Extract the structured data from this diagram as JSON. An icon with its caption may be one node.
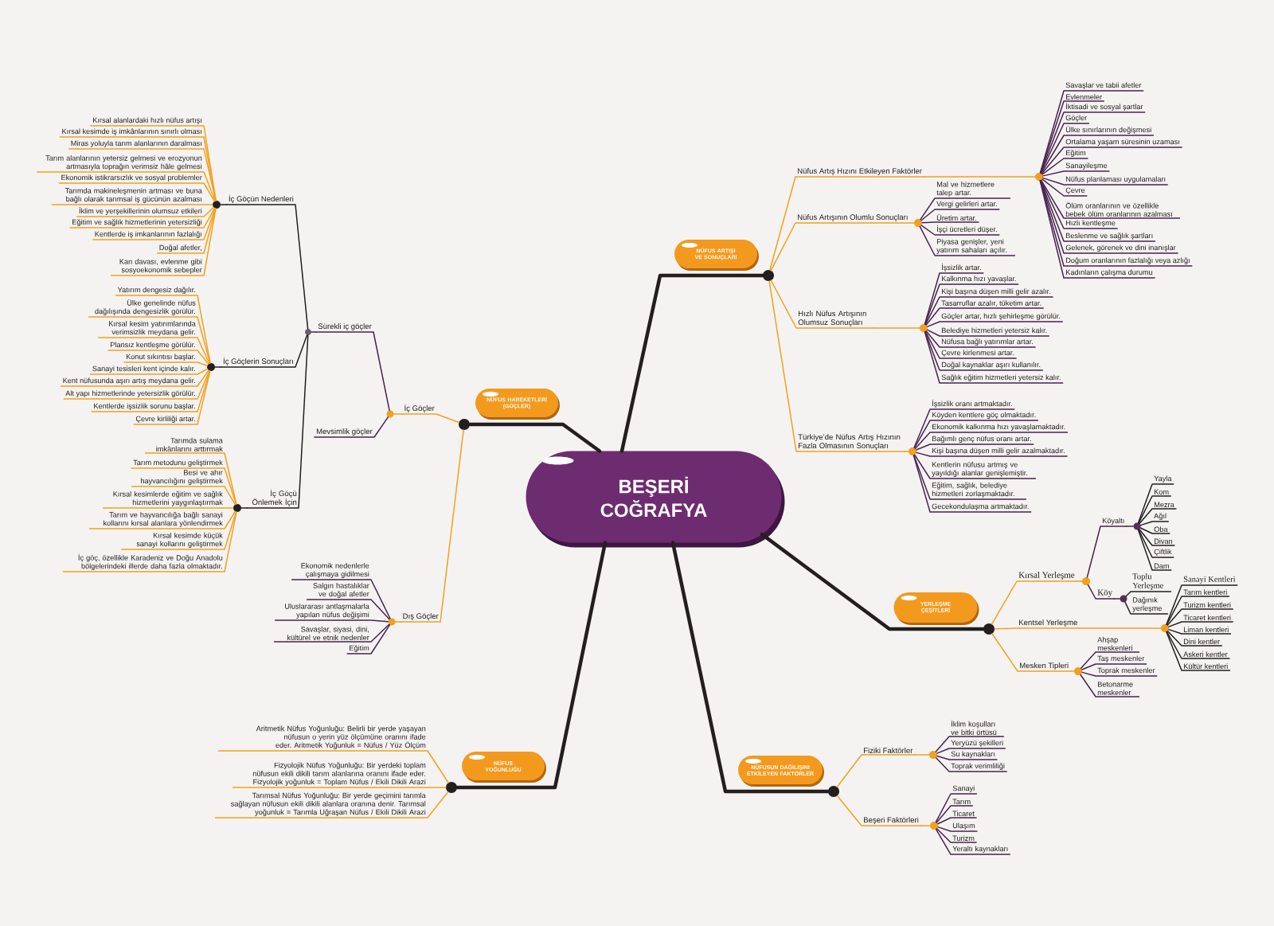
{
  "diagram": {
    "nodes": [
      {
        "text": [
          "BEŞERİ COĞRAFYA"
        ]
      },
      {
        "text": [
          "NÜFUS HAREKETLERİ (GÖÇLER)"
        ]
      },
      {
        "text": [],
        "shape": "circle"
      },
      {
        "text": [
          "İç Göçler"
        ]
      },
      {
        "text": [],
        "shape": "circle"
      },
      {
        "text": [
          "Sürekli iç göçler"
        ]
      },
      {
        "text": [],
        "shape": "circle"
      },
      {
        "text": [
          "İç Göçün Nedenleri"
        ]
      },
      {
        "text": [],
        "shape": "circle"
      },
      {
        "text": [
          "Kırsal alanlardaki hızlı nüfus artışı"
        ]
      },
      {
        "text": [
          "Kırsal kesimde iş imkânlarının sınırlı olması"
        ]
      },
      {
        "text": [
          "Miras yoluyla tarım alanlarının daralması"
        ]
      },
      {
        "text": [
          "Tarım alanlarının yetersiz gelmesi ve erozyonun artmasıyla toprağın verimsiz hâle gelmesi"
        ]
      },
      {
        "text": [
          "Ekonomik istikrarsızlık ve sosyal problemler"
        ]
      },
      {
        "text": [
          "Tarımda makineleşmenin artması ve buna bağlı olarak tarımsal iş gücünün azalması"
        ]
      },
      {
        "text": [
          "İklim ve yerşekillerinin olumsuz etkileri"
        ]
      },
      {
        "text": [
          "Eğitim ve sağlık hizmetlerinin yetersizliği"
        ]
      },
      {
        "text": [
          "Kentlerde iş imkanlarının fazlalığı"
        ]
      },
      {
        "text": [
          "Doğal afetler,"
        ]
      },
      {
        "text": [
          "Kan davası, evlenme gibi sosyoekonomik sebepler"
        ]
      },
      {
        "text": [
          "İç Göçlerin Sonuçları"
        ]
      },
      {
        "text": [],
        "shape": "circle"
      },
      {
        "text": [
          "Yatırım dengesiz dağılır."
        ]
      },
      {
        "text": [
          "Ülke genelinde nüfus dağılışında dengesizlik görülür."
        ]
      },
      {
        "text": [
          "Kırsal kesim yatırımlarında verimsizlik meydana gelir."
        ]
      },
      {
        "text": [
          "Plansız kentleşme görülür."
        ]
      },
      {
        "text": [
          "Konut sıkıntısı başlar."
        ]
      },
      {
        "text": [
          "Sanayi tesisleri kent içinde kalır."
        ]
      },
      {
        "text": [
          "Kent nüfusunda aşırı artış meydana gelir."
        ]
      },
      {
        "text": [
          "Alt yapı hizmetlerinde yetersizlik görülür."
        ]
      },
      {
        "text": [
          "Kentlerde işsizlik sorunu başlar."
        ]
      },
      {
        "text": [
          "Çevre kirliliği artar."
        ]
      },
      {
        "text": [
          "İç Göçü Önlemek İçin"
        ]
      },
      {
        "text": [],
        "shape": "circle"
      },
      {
        "text": [
          "Tarımda sulama imkânlarını arttırmak"
        ]
      },
      {
        "text": [
          "Tarım metodunu geliştirmek"
        ]
      },
      {
        "text": [
          "Besi ve ahır hayvancılığını geliştirmek"
        ]
      },
      {
        "text": [
          "Kırsal kesimlerde eğitim ve sağlık hizmetlerini yaygınlaştırmak"
        ]
      },
      {
        "text": [
          "Tarım ve hayvancılığa bağlı sanayi kollarını kırsal alanlara yönlendirmek"
        ]
      },
      {
        "text": [
          "Kırsal kesimde küçük sanayi kollarını geliştirmek"
        ]
      },
      {
        "text": [
          "İç göç, özellikle Karadeniz ve Doğu Anadolu bölgelerindeki illerde daha fazla olmaktadır."
        ]
      },
      {
        "text": [
          "Mevsimlik göçler"
        ]
      },
      {
        "text": [
          "Dış Göçler"
        ]
      },
      {
        "text": [],
        "shape": "circle"
      },
      {
        "text": [
          "Ekonomik nedenlerle çalışmaya gidilmesi"
        ]
      },
      {
        "text": [
          "Salgın hastalıklar ve doğal afetler"
        ]
      },
      {
        "text": [
          "Uluslararası antlaşmalarla yapılan nüfus değişimi"
        ]
      },
      {
        "text": [
          "Savaşlar, siyasi, dini, kültürel ve etnik nedenler"
        ]
      },
      {
        "text": [
          "Eğitim"
        ]
      },
      {
        "text": [
          "NÜFUS ARTIŞI VE SONUÇLARI"
        ]
      },
      {
        "text": [],
        "shape": "circle"
      },
      {
        "text": [
          "Nüfus Artış Hızını Etkileyen Faktörler"
        ]
      },
      {
        "text": [],
        "shape": "circle"
      },
      {
        "text": [
          "Savaşlar ve tabii afetler"
        ]
      },
      {
        "text": [
          "Evlenmeler"
        ]
      },
      {
        "text": [
          "İktisadi ve sosyal şartlar"
        ]
      },
      {
        "text": [
          "Göçler"
        ]
      },
      {
        "text": [
          "Ülke sınırlarının değişmesi"
        ]
      },
      {
        "text": [
          "Ortalama yaşam süresinin uzaması"
        ]
      },
      {
        "text": [
          "Eğitim"
        ]
      },
      {
        "text": [
          "Sanayileşme"
        ]
      },
      {
        "text": [
          "Nüfus planlaması uygulamaları"
        ]
      },
      {
        "text": [
          "Çevre"
        ]
      },
      {
        "text": [
          "Ölüm oranlarının ve özellikle bebek ölüm oranlarının azalması"
        ]
      },
      {
        "text": [
          "Hızlı kentleşme"
        ]
      },
      {
        "text": [
          "Beslenme ve sağlık şartları"
        ]
      },
      {
        "text": [
          "Gelenek, görenek ve dini inanışlar"
        ]
      },
      {
        "text": [
          "Doğum oranlarının fazlalığı veya azlığı"
        ]
      },
      {
        "text": [
          "Kadınların çalışma durumu"
        ]
      },
      {
        "text": [
          "Nüfus Artışının Olumlu Sonuçları"
        ]
      },
      {
        "text": [],
        "shape": "circle"
      },
      {
        "text": [
          "Mal ve hizmetlere talep artar."
        ]
      },
      {
        "text": [
          "Vergi gelirleri artar."
        ]
      },
      {
        "text": [
          "Üretim artar."
        ]
      },
      {
        "text": [
          "İşçi ücretleri düşer."
        ]
      },
      {
        "text": [
          "Piyasa genişler, yeni yatırım sahaları açılır."
        ]
      },
      {
        "text": [
          "Hızlı Nüfus Artışının Olumsuz Sonuçları"
        ]
      },
      {
        "text": [],
        "shape": "circle"
      },
      {
        "text": [
          "İşsizlik artar."
        ]
      },
      {
        "text": [
          "Kalkınma hızı yavaşlar."
        ]
      },
      {
        "text": [
          "Kişi başına düşen milli gelir azalır."
        ]
      },
      {
        "text": [
          "Tasarruflar azalır, tüketim artar."
        ]
      },
      {
        "text": [
          "Göçler artar, hızlı şehirleşme görülür."
        ]
      },
      {
        "text": [
          "Belediye hizmetleri yetersiz kalır."
        ]
      },
      {
        "text": [
          "Nüfusa bağlı yatırımlar artar."
        ]
      },
      {
        "text": [
          "Çevre kirlenmesi artar."
        ]
      },
      {
        "text": [
          "Doğal kaynaklar aşırı kullanılır."
        ]
      },
      {
        "text": [
          "Sağlık eğitim hizmetleri yetersiz kalır."
        ]
      },
      {
        "text": [
          "Türkiye’de Nüfus Artış Hızının Fazla Olmasının Sonuçları"
        ]
      },
      {
        "text": [],
        "shape": "circle"
      },
      {
        "text": [
          "İşsizlik oranı artmaktadır."
        ]
      },
      {
        "text": [
          "Köyden kentlere göç olmaktadır."
        ]
      },
      {
        "text": [
          "Ekonomik kalkınma hızı yavaşlamaktadır."
        ]
      },
      {
        "text": [
          "Bağımlı genç nüfus oranı artar."
        ]
      },
      {
        "text": [
          "Kişi başına düşen milli gelir azalmaktadır."
        ]
      },
      {
        "text": [
          "Kentlerin nüfusu artmış ve yayıldığı alanlar genişlemiştir."
        ]
      },
      {
        "text": [
          "Eğitim, sağlık, belediye hizmetleri zorlaşmaktadır."
        ]
      },
      {
        "text": [
          "Gecekondulaşma artmaktadır."
        ]
      },
      {
        "text": [
          "YERLEŞME ÇEŞİTLERİ"
        ]
      },
      {
        "text": [],
        "shape": "circle"
      },
      {
        "text": [
          "Kırsal Yerleşme"
        ]
      },
      {
        "text": [],
        "shape": "circle"
      },
      {
        "text": [
          "Köyaltı"
        ]
      },
      {
        "text": [],
        "shape": "circle"
      },
      {
        "text": [
          "Yayla"
        ]
      },
      {
        "text": [
          "Kom"
        ]
      },
      {
        "text": [
          "Mezra"
        ]
      },
      {
        "text": [
          "Ağıl"
        ]
      },
      {
        "text": [
          "Oba"
        ]
      },
      {
        "text": [
          "Divan"
        ]
      },
      {
        "text": [
          "Çiftlik"
        ]
      },
      {
        "text": [
          "Dam"
        ]
      },
      {
        "text": [
          "Köy"
        ]
      },
      {
        "text": [],
        "shape": "circle"
      },
      {
        "text": [
          "Toplu Yerleşme"
        ]
      },
      {
        "text": [
          "Dağınık yerleşme"
        ]
      },
      {
        "text": [
          "Kentsel Yerleşme"
        ]
      },
      {
        "text": [],
        "shape": "circle"
      },
      {
        "text": [
          "Sanayi Kentleri"
        ]
      },
      {
        "text": [
          "Tarım kentleri"
        ]
      },
      {
        "text": [
          "Turizm kentleri"
        ]
      },
      {
        "text": [
          "Ticaret kentleri"
        ]
      },
      {
        "text": [
          "Liman kentleri"
        ]
      },
      {
        "text": [
          "Dini kentler"
        ]
      },
      {
        "text": [
          "Askeri kentler"
        ]
      },
      {
        "text": [
          "Kültür kentleri"
        ]
      },
      {
        "text": [
          "Mesken Tipleri"
        ]
      },
      {
        "text": [],
        "shape": "circle"
      },
      {
        "text": [
          "Ahşap meskenleri"
        ]
      },
      {
        "text": [
          "Taş meskenler"
        ]
      },
      {
        "text": [
          "Toprak meskenler"
        ]
      },
      {
        "text": [
          "Betonarme meskenler"
        ]
      },
      {
        "text": [
          "NÜFUSUN DAĞILIŞINI ETKİLEYEN FAKTÖRLER"
        ]
      },
      {
        "text": [],
        "shape": "circle"
      },
      {
        "text": [
          "Fiziki Faktörler"
        ]
      },
      {
        "text": [],
        "shape": "circle"
      },
      {
        "text": [
          "İklim koşulları ve bitki örtüsü"
        ]
      },
      {
        "text": [
          "Yeryüzü şekilleri"
        ]
      },
      {
        "text": [
          "Su kaynakları"
        ]
      },
      {
        "text": [
          "Toprak verimliliği"
        ]
      },
      {
        "text": [
          "Beşeri Faktörleri"
        ]
      },
      {
        "text": [],
        "shape": "circle"
      },
      {
        "text": [
          "Sanayi"
        ]
      },
      {
        "text": [
          "Tarım"
        ]
      },
      {
        "text": [
          "Ticaret"
        ]
      },
      {
        "text": [
          "Ulaşım"
        ]
      },
      {
        "text": [
          "Turizm"
        ]
      },
      {
        "text": [
          "Yeraltı kaynakları"
        ]
      },
      {
        "text": [
          "NÜFUS YOĞUNLUĞU"
        ]
      },
      {
        "text": [],
        "shape": "circle"
      },
      {
        "text": [
          "Aritmetik Nüfus Yoğunluğu: Belirli bir yerde yaşayan nüfusun o yerin yüz ölçümüne oranını ifade eder. Aritmetik Yoğunluk = Nüfus / Yüz Ölçüm"
        ]
      },
      {
        "text": [
          "Fizyolojik Nüfus Yoğunluğu: Bir yerdeki toplam nüfusun ekili dikili tarım alanlarına oranını ifade eder. Fizyolojik yoğunluk = Toplam Nüfus / Ekili Dikili Arazi"
        ]
      },
      {
        "text": [
          "Tarımsal Nüfus Yoğunluğu: Bir yerde geçimini tarımla sağlayan nüfusun ekili dikili alanlara oranına denir. Tarımsal yoğunluk = Tarımla Uğraşan Nüfus / Ekili Dikili Arazi"
        ]
      }
    ],
    "edges": [
      {
        "from": 0,
        "to": 2,
        "arrow": "none",
        "style": "thick",
        "color": "#231f20"
      },
      {
        "from": 0,
        "to": 50,
        "arrow": "none",
        "style": "thick",
        "color": "#231f20"
      },
      {
        "from": 0,
        "to": 99,
        "arrow": "none",
        "style": "thick",
        "color": "#231f20"
      },
      {
        "from": 0,
        "to": 133,
        "arrow": "none",
        "style": "thick",
        "color": "#231f20"
      },
      {
        "from": 0,
        "to": 149,
        "arrow": "none",
        "style": "thick",
        "color": "#231f20"
      },
      {
        "from": 2,
        "to": 3,
        "arrow": "none",
        "color": "#f2a11c"
      },
      {
        "from": 3,
        "to": 4,
        "arrow": "none",
        "color": "#f2a11c"
      },
      {
        "from": 4,
        "to": 5,
        "arrow": "none"
      },
      {
        "from": 5,
        "to": 6,
        "arrow": "none"
      },
      {
        "from": 6,
        "to": 7,
        "arrow": "none",
        "color": "#231f20"
      },
      {
        "from": 7,
        "to": 8,
        "arrow": "none",
        "color": "#231f20"
      },
      {
        "from": 8,
        "to": 9,
        "arrow": "none",
        "color": "#f2a11c"
      },
      {
        "from": 8,
        "to": 10,
        "arrow": "none",
        "color": "#f2a11c"
      },
      {
        "from": 8,
        "to": 11,
        "arrow": "none",
        "color": "#f2a11c"
      },
      {
        "from": 8,
        "to": 12,
        "arrow": "none",
        "color": "#f2a11c"
      },
      {
        "from": 8,
        "to": 13,
        "arrow": "none",
        "color": "#f2a11c"
      },
      {
        "from": 8,
        "to": 14,
        "arrow": "none",
        "color": "#f2a11c"
      },
      {
        "from": 8,
        "to": 15,
        "arrow": "none",
        "color": "#f2a11c"
      },
      {
        "from": 8,
        "to": 16,
        "arrow": "none",
        "color": "#f2a11c"
      },
      {
        "from": 8,
        "to": 17,
        "arrow": "none",
        "color": "#f2a11c"
      },
      {
        "from": 8,
        "to": 18,
        "arrow": "none",
        "color": "#f2a11c"
      },
      {
        "from": 8,
        "to": 19,
        "arrow": "none",
        "color": "#f2a11c"
      },
      {
        "from": 6,
        "to": 20,
        "arrow": "none",
        "color": "#231f20"
      },
      {
        "from": 20,
        "to": 21,
        "arrow": "none",
        "color": "#231f20"
      },
      {
        "from": 21,
        "to": 22,
        "arrow": "none",
        "color": "#f2a11c"
      },
      {
        "from": 21,
        "to": 23,
        "arrow": "none",
        "color": "#f2a11c"
      },
      {
        "from": 21,
        "to": 24,
        "arrow": "none",
        "color": "#f2a11c"
      },
      {
        "from": 21,
        "to": 25,
        "arrow": "none",
        "color": "#f2a11c"
      },
      {
        "from": 21,
        "to": 26,
        "arrow": "none",
        "color": "#f2a11c"
      },
      {
        "from": 21,
        "to": 27,
        "arrow": "none",
        "color": "#f2a11c"
      },
      {
        "from": 21,
        "to": 28,
        "arrow": "none",
        "color": "#f2a11c"
      },
      {
        "from": 21,
        "to": 29,
        "arrow": "none",
        "color": "#f2a11c"
      },
      {
        "from": 21,
        "to": 30,
        "arrow": "none",
        "color": "#f2a11c"
      },
      {
        "from": 21,
        "to": 31,
        "arrow": "none",
        "color": "#f2a11c"
      },
      {
        "from": 6,
        "to": 32,
        "arrow": "none",
        "color": "#231f20"
      },
      {
        "from": 32,
        "to": 33,
        "arrow": "none",
        "color": "#231f20"
      },
      {
        "from": 33,
        "to": 34,
        "arrow": "none",
        "color": "#f2a11c"
      },
      {
        "from": 33,
        "to": 35,
        "arrow": "none",
        "color": "#f2a11c"
      },
      {
        "from": 33,
        "to": 36,
        "arrow": "none",
        "color": "#f2a11c"
      },
      {
        "from": 33,
        "to": 37,
        "arrow": "none",
        "color": "#f2a11c"
      },
      {
        "from": 33,
        "to": 38,
        "arrow": "none",
        "color": "#f2a11c"
      },
      {
        "from": 33,
        "to": 39,
        "arrow": "none",
        "color": "#f2a11c"
      },
      {
        "from": 33,
        "to": 40,
        "arrow": "none",
        "color": "#f2a11c"
      },
      {
        "from": 4,
        "to": 41,
        "arrow": "none"
      },
      {
        "from": 2,
        "to": 42,
        "arrow": "none",
        "color": "#f2a11c"
      },
      {
        "from": 42,
        "to": 43,
        "arrow": "none",
        "color": "#f2a11c"
      },
      {
        "from": 43,
        "to": 44,
        "arrow": "none"
      },
      {
        "from": 43,
        "to": 45,
        "arrow": "none"
      },
      {
        "from": 43,
        "to": 46,
        "arrow": "none"
      },
      {
        "from": 43,
        "to": 47,
        "arrow": "none"
      },
      {
        "from": 43,
        "to": 48,
        "arrow": "none"
      },
      {
        "from": 50,
        "to": 51,
        "arrow": "none",
        "color": "#f2a11c"
      },
      {
        "from": 51,
        "to": 52,
        "arrow": "none",
        "color": "#f2a11c"
      },
      {
        "from": 52,
        "to": 53,
        "arrow": "none"
      },
      {
        "from": 52,
        "to": 54,
        "arrow": "none"
      },
      {
        "from": 52,
        "to": 55,
        "arrow": "none"
      },
      {
        "from": 52,
        "to": 56,
        "arrow": "none"
      },
      {
        "from": 52,
        "to": 57,
        "arrow": "none"
      },
      {
        "from": 52,
        "to": 58,
        "arrow": "none"
      },
      {
        "from": 52,
        "to": 59,
        "arrow": "none"
      },
      {
        "from": 52,
        "to": 60,
        "arrow": "none"
      },
      {
        "from": 52,
        "to": 61,
        "arrow": "none"
      },
      {
        "from": 52,
        "to": 62,
        "arrow": "none"
      },
      {
        "from": 52,
        "to": 63,
        "arrow": "none"
      },
      {
        "from": 52,
        "to": 64,
        "arrow": "none"
      },
      {
        "from": 52,
        "to": 65,
        "arrow": "none"
      },
      {
        "from": 52,
        "to": 66,
        "arrow": "none"
      },
      {
        "from": 52,
        "to": 67,
        "arrow": "none"
      },
      {
        "from": 52,
        "to": 68,
        "arrow": "none"
      },
      {
        "from": 50,
        "to": 69,
        "arrow": "none",
        "color": "#f2a11c"
      },
      {
        "from": 69,
        "to": 70,
        "arrow": "none",
        "color": "#f2a11c"
      },
      {
        "from": 70,
        "to": 71,
        "arrow": "none"
      },
      {
        "from": 70,
        "to": 72,
        "arrow": "none"
      },
      {
        "from": 70,
        "to": 73,
        "arrow": "none"
      },
      {
        "from": 70,
        "to": 74,
        "arrow": "none"
      },
      {
        "from": 70,
        "to": 75,
        "arrow": "none"
      },
      {
        "from": 50,
        "to": 76,
        "arrow": "none",
        "color": "#f2a11c"
      },
      {
        "from": 76,
        "to": 77,
        "arrow": "none",
        "color": "#f2a11c"
      },
      {
        "from": 77,
        "to": 78,
        "arrow": "none"
      },
      {
        "from": 77,
        "to": 79,
        "arrow": "none"
      },
      {
        "from": 77,
        "to": 80,
        "arrow": "none"
      },
      {
        "from": 77,
        "to": 81,
        "arrow": "none"
      },
      {
        "from": 77,
        "to": 82,
        "arrow": "none"
      },
      {
        "from": 77,
        "to": 83,
        "arrow": "none"
      },
      {
        "from": 77,
        "to": 84,
        "arrow": "none"
      },
      {
        "from": 77,
        "to": 85,
        "arrow": "none"
      },
      {
        "from": 77,
        "to": 86,
        "arrow": "none"
      },
      {
        "from": 77,
        "to": 87,
        "arrow": "none"
      },
      {
        "from": 50,
        "to": 88,
        "arrow": "none",
        "color": "#f2a11c"
      },
      {
        "from": 88,
        "to": 89,
        "arrow": "none",
        "color": "#f2a11c"
      },
      {
        "from": 89,
        "to": 90,
        "arrow": "none"
      },
      {
        "from": 89,
        "to": 91,
        "arrow": "none"
      },
      {
        "from": 89,
        "to": 92,
        "arrow": "none"
      },
      {
        "from": 89,
        "to": 93,
        "arrow": "none"
      },
      {
        "from": 89,
        "to": 94,
        "arrow": "none"
      },
      {
        "from": 89,
        "to": 95,
        "arrow": "none"
      },
      {
        "from": 89,
        "to": 96,
        "arrow": "none"
      },
      {
        "from": 89,
        "to": 97,
        "arrow": "none"
      },
      {
        "from": 99,
        "to": 100,
        "arrow": "none",
        "color": "#f2a11c"
      },
      {
        "from": 100,
        "to": 101,
        "arrow": "none",
        "color": "#f2a11c"
      },
      {
        "from": 101,
        "to": 102,
        "arrow": "none"
      },
      {
        "from": 102,
        "to": 103,
        "arrow": "none"
      },
      {
        "from": 103,
        "to": 104,
        "arrow": "none",
        "color": "#231f20"
      },
      {
        "from": 103,
        "to": 105,
        "arrow": "none",
        "color": "#231f20"
      },
      {
        "from": 103,
        "to": 106,
        "arrow": "none",
        "color": "#231f20"
      },
      {
        "from": 103,
        "to": 107,
        "arrow": "none",
        "color": "#231f20"
      },
      {
        "from": 103,
        "to": 108,
        "arrow": "none",
        "color": "#231f20"
      },
      {
        "from": 103,
        "to": 109,
        "arrow": "none",
        "color": "#231f20"
      },
      {
        "from": 103,
        "to": 110,
        "arrow": "none",
        "color": "#231f20"
      },
      {
        "from": 103,
        "to": 111,
        "arrow": "none",
        "color": "#231f20"
      },
      {
        "from": 101,
        "to": 112,
        "arrow": "none"
      },
      {
        "from": 112,
        "to": 113,
        "arrow": "none"
      },
      {
        "from": 113,
        "to": 114,
        "arrow": "none",
        "color": "#231f20"
      },
      {
        "from": 113,
        "to": 115,
        "arrow": "none",
        "color": "#231f20"
      },
      {
        "from": 99,
        "to": 116,
        "arrow": "none",
        "color": "#f2a11c"
      },
      {
        "from": 116,
        "to": 117,
        "arrow": "none",
        "color": "#f2a11c"
      },
      {
        "from": 117,
        "to": 118,
        "arrow": "none",
        "color": "#231f20"
      },
      {
        "from": 117,
        "to": 119,
        "arrow": "none",
        "color": "#231f20"
      },
      {
        "from": 117,
        "to": 120,
        "arrow": "none",
        "color": "#231f20"
      },
      {
        "from": 117,
        "to": 121,
        "arrow": "none",
        "color": "#231f20"
      },
      {
        "from": 117,
        "to": 122,
        "arrow": "none",
        "color": "#231f20"
      },
      {
        "from": 117,
        "to": 123,
        "arrow": "none",
        "color": "#231f20"
      },
      {
        "from": 117,
        "to": 124,
        "arrow": "none",
        "color": "#231f20"
      },
      {
        "from": 117,
        "to": 125,
        "arrow": "none",
        "color": "#231f20"
      },
      {
        "from": 99,
        "to": 126,
        "arrow": "none",
        "color": "#f2a11c"
      },
      {
        "from": 126,
        "to": 127,
        "arrow": "none",
        "color": "#f2a11c"
      },
      {
        "from": 127,
        "to": 128,
        "arrow": "none"
      },
      {
        "from": 127,
        "to": 129,
        "arrow": "none"
      },
      {
        "from": 127,
        "to": 130,
        "arrow": "none"
      },
      {
        "from": 127,
        "to": 131,
        "arrow": "none"
      },
      {
        "from": 133,
        "to": 134,
        "arrow": "none",
        "color": "#f2a11c"
      },
      {
        "from": 134,
        "to": 135,
        "arrow": "none",
        "color": "#f2a11c"
      },
      {
        "from": 135,
        "to": 136,
        "arrow": "none"
      },
      {
        "from": 135,
        "to": 137,
        "arrow": "none"
      },
      {
        "from": 135,
        "to": 138,
        "arrow": "none"
      },
      {
        "from": 135,
        "to": 139,
        "arrow": "none"
      },
      {
        "from": 133,
        "to": 140,
        "arrow": "none",
        "color": "#f2a11c"
      },
      {
        "from": 140,
        "to": 141,
        "arrow": "none",
        "color": "#f2a11c"
      },
      {
        "from": 141,
        "to": 142,
        "arrow": "none"
      },
      {
        "from": 141,
        "to": 143,
        "arrow": "none"
      },
      {
        "from": 141,
        "to": 144,
        "arrow": "none"
      },
      {
        "from": 141,
        "to": 145,
        "arrow": "none"
      },
      {
        "from": 141,
        "to": 146,
        "arrow": "none"
      },
      {
        "from": 141,
        "to": 147,
        "arrow": "none"
      },
      {
        "from": 149,
        "to": 150,
        "arrow": "none",
        "color": "#f2a11c"
      },
      {
        "from": 149,
        "to": 151,
        "arrow": "none",
        "color": "#f2a11c"
      },
      {
        "from": 149,
        "to": 152,
        "arrow": "none",
        "color": "#f2a11c"
      }
    ]
  }
}
